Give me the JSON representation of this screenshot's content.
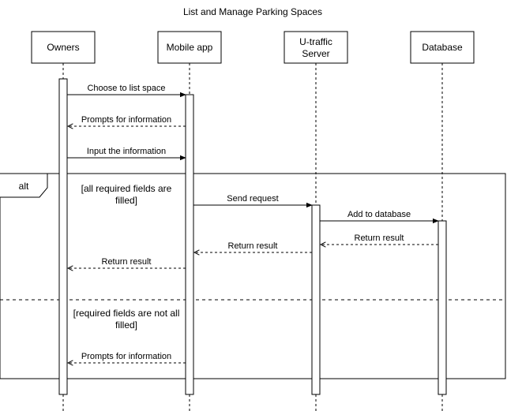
{
  "title": "List and Manage Parking Spaces",
  "participants": [
    {
      "id": "owners",
      "lines": [
        "Owners"
      ]
    },
    {
      "id": "mobile",
      "lines": [
        "Mobile app"
      ]
    },
    {
      "id": "server",
      "lines": [
        "U-traffic",
        "Server"
      ]
    },
    {
      "id": "database",
      "lines": [
        "Database"
      ]
    }
  ],
  "messages": [
    {
      "id": "m1",
      "label": "Choose to list space",
      "from": "owners",
      "to": "mobile",
      "style": "solid"
    },
    {
      "id": "m2",
      "label": "Prompts for information",
      "from": "mobile",
      "to": "owners",
      "style": "dashed"
    },
    {
      "id": "m3",
      "label": "Input the information",
      "from": "owners",
      "to": "mobile",
      "style": "solid"
    },
    {
      "id": "m4",
      "label": "Send request",
      "from": "mobile",
      "to": "server",
      "style": "solid"
    },
    {
      "id": "m5",
      "label": "Add to database",
      "from": "server",
      "to": "database",
      "style": "solid"
    },
    {
      "id": "m6",
      "label": "Return result",
      "from": "database",
      "to": "server",
      "style": "dashed"
    },
    {
      "id": "m7",
      "label": "Return result",
      "from": "server",
      "to": "mobile",
      "style": "dashed"
    },
    {
      "id": "m8",
      "label": "Return result",
      "from": "mobile",
      "to": "owners",
      "style": "dashed"
    },
    {
      "id": "m9",
      "label": "Prompts for information",
      "from": "mobile",
      "to": "owners",
      "style": "dashed"
    }
  ],
  "alt_fragment": {
    "label": "alt",
    "guard1_lines": [
      "[all required fields are",
      "filled]"
    ],
    "guard2_lines": [
      "[required fields are not all",
      "filled]"
    ]
  }
}
